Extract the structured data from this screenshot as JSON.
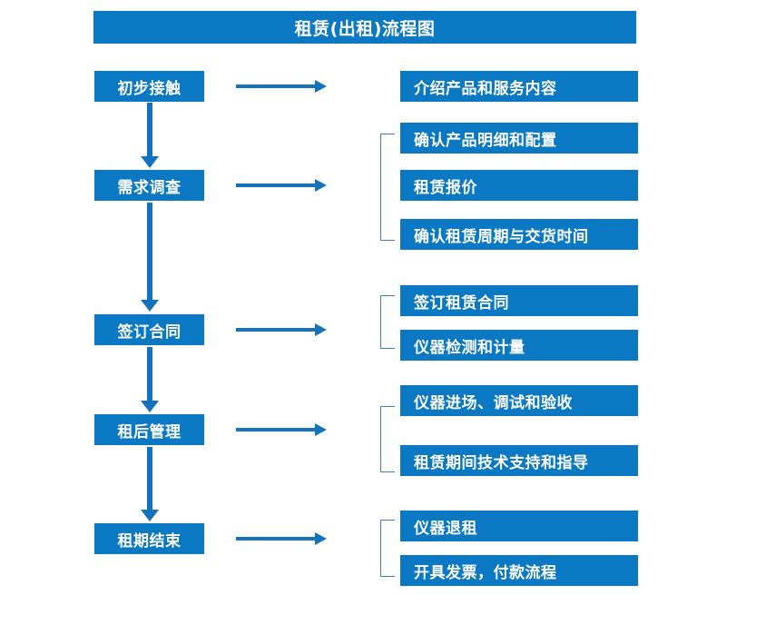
{
  "diagram": {
    "title": "租赁(出租)流程图",
    "accent_color": "#0a78c2",
    "arrow_color": "#1373bf",
    "bracket_color": "#3a7fc1",
    "text_color": "#ffffff",
    "background_color": "#ffffff"
  },
  "stages": [
    {
      "id": "stage-1",
      "label": "初步接触"
    },
    {
      "id": "stage-2",
      "label": "需求调查"
    },
    {
      "id": "stage-3",
      "label": "签订合同"
    },
    {
      "id": "stage-4",
      "label": "租后管理"
    },
    {
      "id": "stage-5",
      "label": "租期结束"
    }
  ],
  "details": {
    "group1": [
      {
        "label": "介绍产品和服务内容"
      }
    ],
    "group2": [
      {
        "label": "确认产品明细和配置"
      },
      {
        "label": "租赁报价"
      },
      {
        "label": "确认租赁周期与交货时间"
      }
    ],
    "group3": [
      {
        "label": "签订租赁合同"
      },
      {
        "label": "仪器检测和计量"
      }
    ],
    "group4": [
      {
        "label": "仪器进场、调试和验收"
      },
      {
        "label": "租赁期间技术支持和指导"
      }
    ],
    "group5": [
      {
        "label": "仪器退租"
      },
      {
        "label": "开具发票，付款流程"
      }
    ]
  }
}
